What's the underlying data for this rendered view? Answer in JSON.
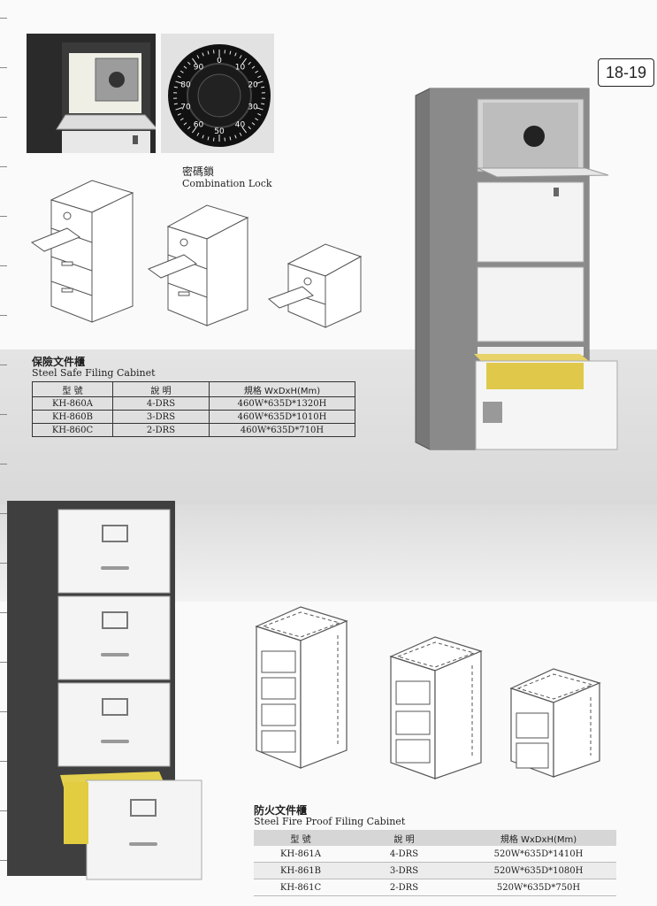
{
  "page_number": "18-19",
  "combination_lock": {
    "label_zh": "密碼鎖",
    "label_en": "Combination Lock"
  },
  "safe_cabinet": {
    "title_zh": "保險文件櫃",
    "title_en": "Steel Safe Filing Cabinet",
    "headers": [
      "型 號",
      "說  明",
      "規格 WxDxH(Mm)"
    ],
    "rows": [
      [
        "KH-860A",
        "4-DRS",
        "460W*635D*1320H"
      ],
      [
        "KH-860B",
        "3-DRS",
        "460W*635D*1010H"
      ],
      [
        "KH-860C",
        "2-DRS",
        "460W*635D*710H"
      ]
    ]
  },
  "fireproof_cabinet": {
    "title_zh": "防火文件櫃",
    "title_en": "Steel Fire Proof Filing Cabinet",
    "headers": [
      "型 號",
      "說  明",
      "規格 WxDxH(Mm)"
    ],
    "rows": [
      [
        "KH-861A",
        "4-DRS",
        "520W*635D*1410H"
      ],
      [
        "KH-861B",
        "3-DRS",
        "520W*635D*1080H"
      ],
      [
        "KH-861C",
        "2-DRS",
        "520W*635D*750H"
      ]
    ]
  },
  "dial_numbers": [
    "0",
    "10",
    "20",
    "30",
    "40",
    "50",
    "60",
    "70",
    "80",
    "90"
  ]
}
